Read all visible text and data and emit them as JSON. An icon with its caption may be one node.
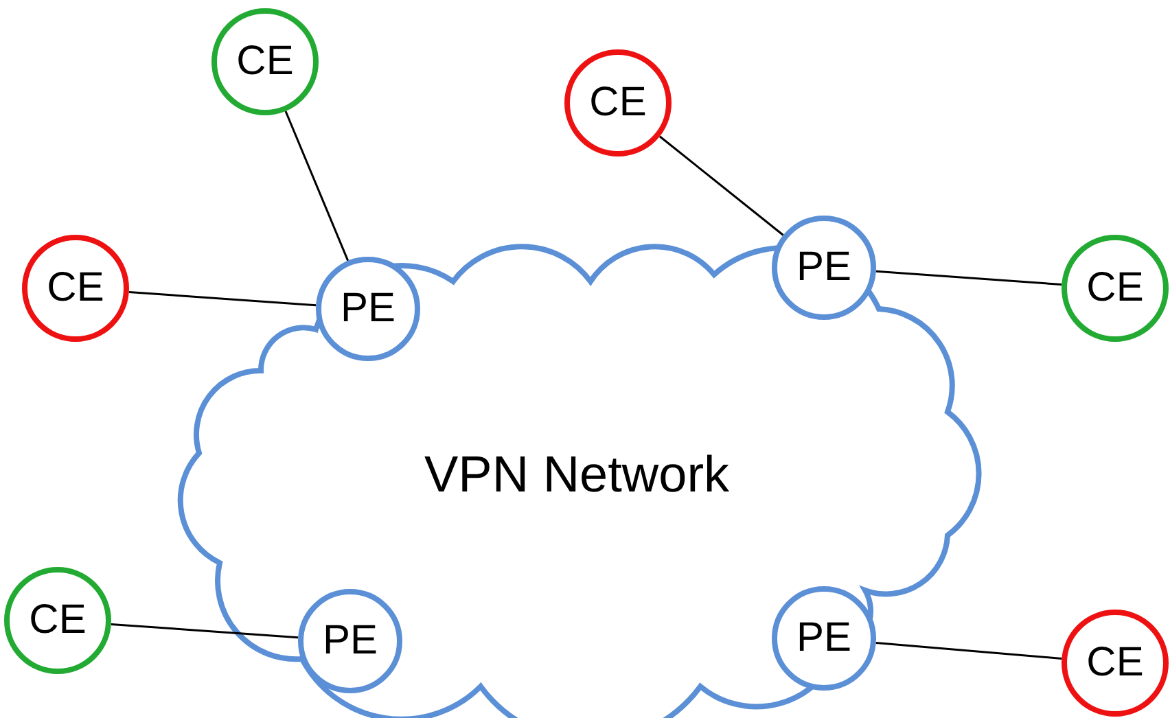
{
  "diagram": {
    "nodes": [
      {
        "text": [
          "VPN Network"
        ]
      },
      {
        "text": [
          "CE"
        ]
      },
      {
        "text": [
          "CE"
        ]
      },
      {
        "text": [
          "PE"
        ],
        "in": 0
      },
      {
        "text": [
          "CE"
        ]
      },
      {
        "text": [
          "CE"
        ]
      },
      {
        "text": [
          "PE"
        ],
        "in": 0
      },
      {
        "text": [
          "CE"
        ]
      },
      {
        "text": [
          "PE"
        ],
        "in": 0
      },
      {
        "text": [
          "PE"
        ],
        "in": 0
      },
      {
        "text": [
          "CE"
        ]
      }
    ],
    "edges": [
      {
        "from": 1,
        "to": 6,
        "arrow": "none"
      },
      {
        "from": 4,
        "to": 6,
        "arrow": "none"
      },
      {
        "from": 2,
        "to": 3,
        "arrow": "none"
      },
      {
        "from": 3,
        "to": 5,
        "arrow": "none"
      },
      {
        "from": 7,
        "to": 8,
        "arrow": "none"
      },
      {
        "from": 9,
        "to": 10,
        "arrow": "none"
      }
    ]
  }
}
